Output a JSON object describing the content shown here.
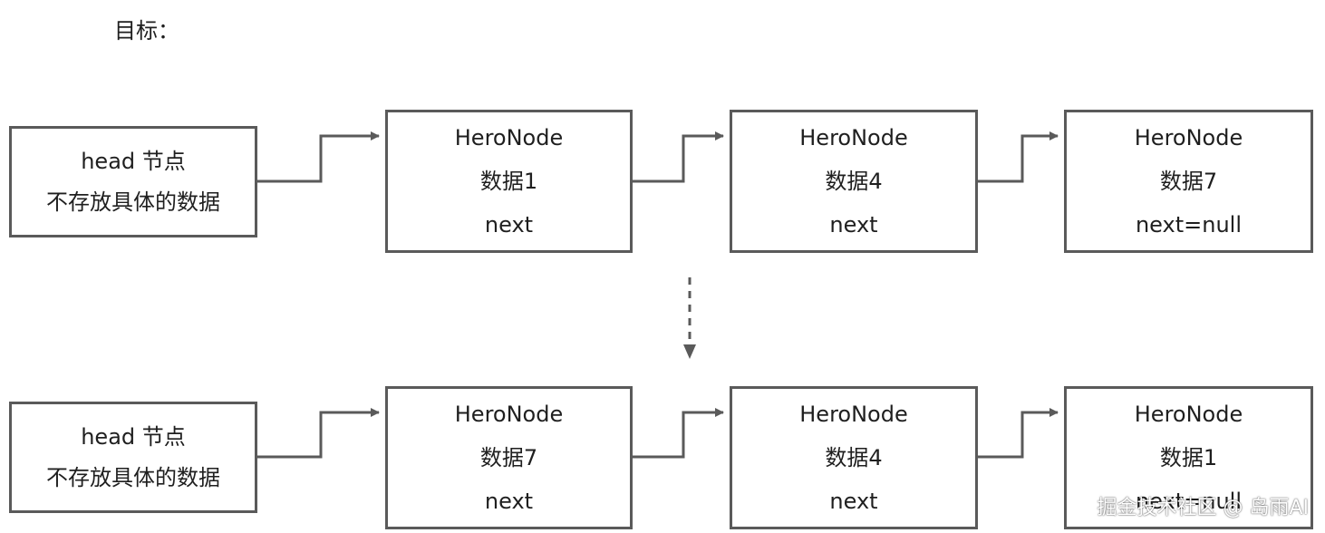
{
  "title": "目标：",
  "before": {
    "head": {
      "line1": "head 节点",
      "line2": "不存放具体的数据"
    },
    "nodes": [
      {
        "name": "HeroNode",
        "data": "数据1",
        "next": "next"
      },
      {
        "name": "HeroNode",
        "data": "数据4",
        "next": "next"
      },
      {
        "name": "HeroNode",
        "data": "数据7",
        "next": "next=null"
      }
    ]
  },
  "after": {
    "head": {
      "line1": "head 节点",
      "line2": "不存放具体的数据"
    },
    "nodes": [
      {
        "name": "HeroNode",
        "data": "数据7",
        "next": "next"
      },
      {
        "name": "HeroNode",
        "data": "数据4",
        "next": "next"
      },
      {
        "name": "HeroNode",
        "data": "数据1",
        "next": "next=null"
      }
    ]
  },
  "watermark": "掘金技术社区 @ 岛雨AI",
  "colors": {
    "border": "#5a5a5a",
    "text": "#1f1f1f",
    "background": "#ffffff"
  }
}
